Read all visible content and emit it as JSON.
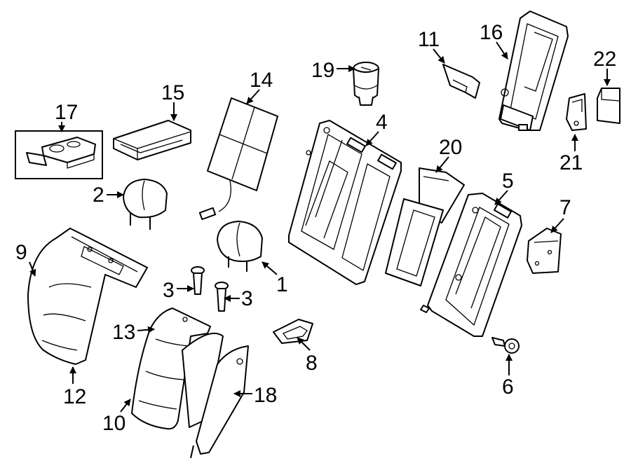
{
  "callouts": {
    "c1": "1",
    "c2": "2",
    "c3a": "3",
    "c3b": "3",
    "c4": "4",
    "c5": "5",
    "c6": "6",
    "c7": "7",
    "c8": "8",
    "c9": "9",
    "c10": "10",
    "c11": "11",
    "c12": "12",
    "c13": "13",
    "c14": "14",
    "c15": "15",
    "c16": "16",
    "c17": "17",
    "c18": "18",
    "c19": "19",
    "c20": "20",
    "c21": "21",
    "c22": "22"
  }
}
